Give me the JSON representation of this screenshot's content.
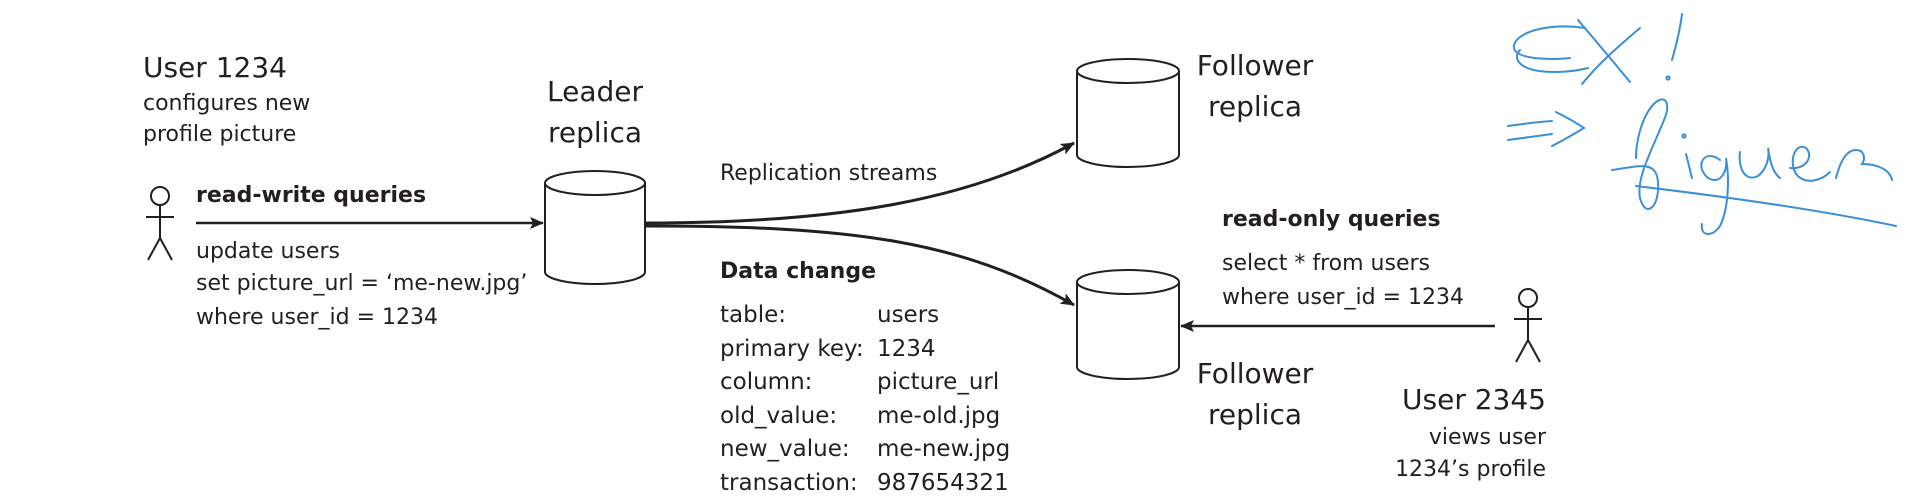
{
  "user_left": {
    "name": "User 1234",
    "caption_line1": "configures new",
    "caption_line2": "profile picture"
  },
  "leader": {
    "line1": "Leader",
    "line2": "replica"
  },
  "follower_top": {
    "line1": "Follower",
    "line2": "replica"
  },
  "follower_bottom": {
    "line1": "Follower",
    "line2": "replica"
  },
  "write_query": {
    "heading": "read-write queries",
    "line1": "update users",
    "line2": "set picture_url = ‘me-new.jpg’",
    "line3": "where user_id = 1234"
  },
  "replication_label": "Replication streams",
  "data_change": {
    "heading": "Data change",
    "rows": [
      {
        "key": "table:",
        "value": "users"
      },
      {
        "key": "primary key:",
        "value": "1234"
      },
      {
        "key": "column:",
        "value": "picture_url"
      },
      {
        "key": "old_value:",
        "value": "me-old.jpg"
      },
      {
        "key": "new_value:",
        "value": "me-new.jpg"
      },
      {
        "key": "transaction:",
        "value": "987654321"
      }
    ]
  },
  "read_query": {
    "heading": "read-only queries",
    "line1": "select * from users",
    "line2": "where user_id = 1234"
  },
  "user_right": {
    "name": "User 2345",
    "caption_line1": "views user",
    "caption_line2": "1234’s profile"
  },
  "handwritten_note": "EX! => figure",
  "colors": {
    "ink": "#231f20",
    "handwriting": "#3a8fd6",
    "background": "#ffffff"
  }
}
